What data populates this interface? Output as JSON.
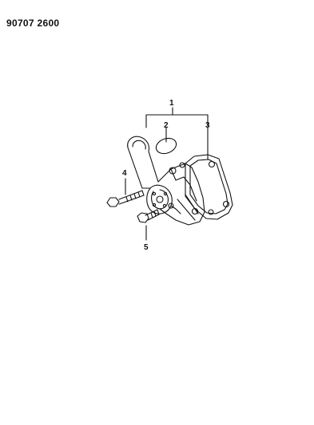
{
  "document": {
    "code": "90707 2600"
  },
  "callouts": [
    {
      "id": "1",
      "label": "1"
    },
    {
      "id": "2",
      "label": "2"
    },
    {
      "id": "3",
      "label": "3"
    },
    {
      "id": "4",
      "label": "4"
    },
    {
      "id": "5",
      "label": "5"
    }
  ]
}
